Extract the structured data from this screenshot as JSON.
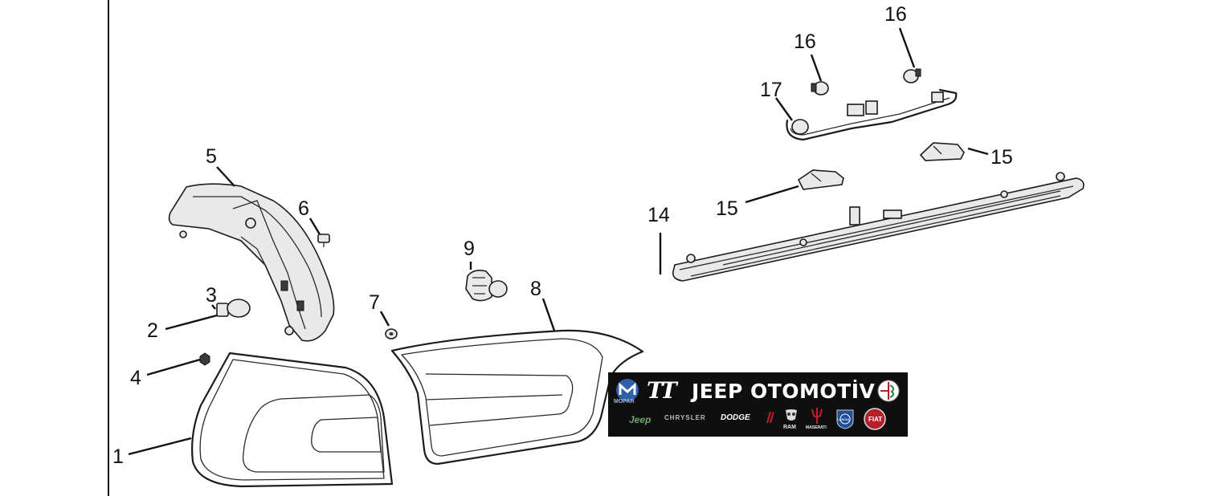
{
  "callouts": [
    {
      "id": "c1",
      "label": "1"
    },
    {
      "id": "c2",
      "label": "2"
    },
    {
      "id": "c3",
      "label": "3"
    },
    {
      "id": "c4",
      "label": "4"
    },
    {
      "id": "c5",
      "label": "5"
    },
    {
      "id": "c6",
      "label": "6"
    },
    {
      "id": "c7",
      "label": "7"
    },
    {
      "id": "c8",
      "label": "8"
    },
    {
      "id": "c9",
      "label": "9"
    },
    {
      "id": "c14",
      "label": "14"
    },
    {
      "id": "c15a",
      "label": "15"
    },
    {
      "id": "c15b",
      "label": "15"
    },
    {
      "id": "c16a",
      "label": "16"
    },
    {
      "id": "c16b",
      "label": "16"
    },
    {
      "id": "c17",
      "label": "17"
    }
  ],
  "watermark": {
    "title": "JEEP OTOMOTİV",
    "monogram": "TT",
    "brands": {
      "mopar": "MOPAR",
      "jeep": "Jeep",
      "chrysler": "CHRYSLER",
      "dodge": "DODGE",
      "ram": "RAM",
      "maserati": "MASERATI",
      "lancia": "LANCIA",
      "fiat": "FIAT"
    }
  },
  "colors": {
    "line": "#1c1c1c",
    "background": "#ffffff",
    "watermark_bg": "#0f0f0f",
    "mopar_blue": "#2f5fa8",
    "fiat_red": "#b3202a",
    "lancia_blue": "#1f4f9c"
  }
}
